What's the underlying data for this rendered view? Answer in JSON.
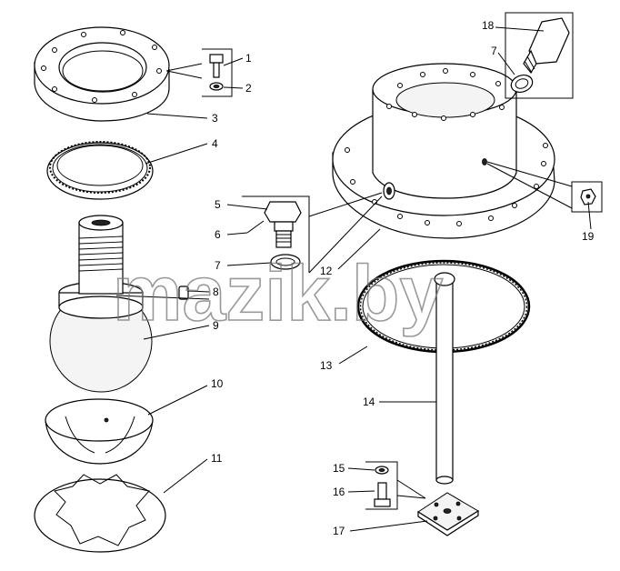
{
  "diagram": {
    "watermark": "mazik.by",
    "callouts": [
      "1",
      "2",
      "3",
      "4",
      "5",
      "6",
      "7",
      "8",
      "9",
      "10",
      "11",
      "12",
      "13",
      "14",
      "15",
      "16",
      "17",
      "18",
      "7",
      "19"
    ]
  }
}
